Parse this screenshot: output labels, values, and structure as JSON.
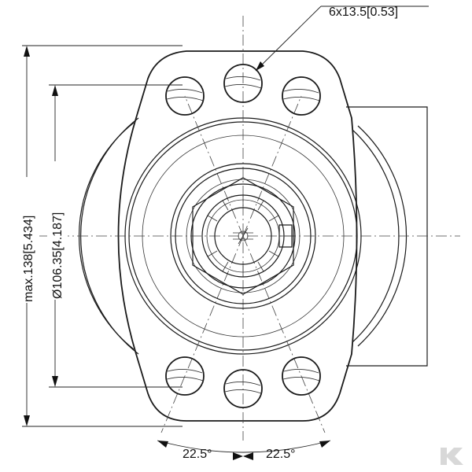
{
  "dimensions": {
    "holes_label": "6x13.5[0.53]",
    "overall_height_label": "max.138[5.434]",
    "pilot_diameter_label": "Ø106.35[4.187]",
    "angle_left_label": "22.5°",
    "angle_right_label": "22.5°"
  },
  "logo": {
    "letter": "K",
    "color": "#d8d8d8"
  }
}
